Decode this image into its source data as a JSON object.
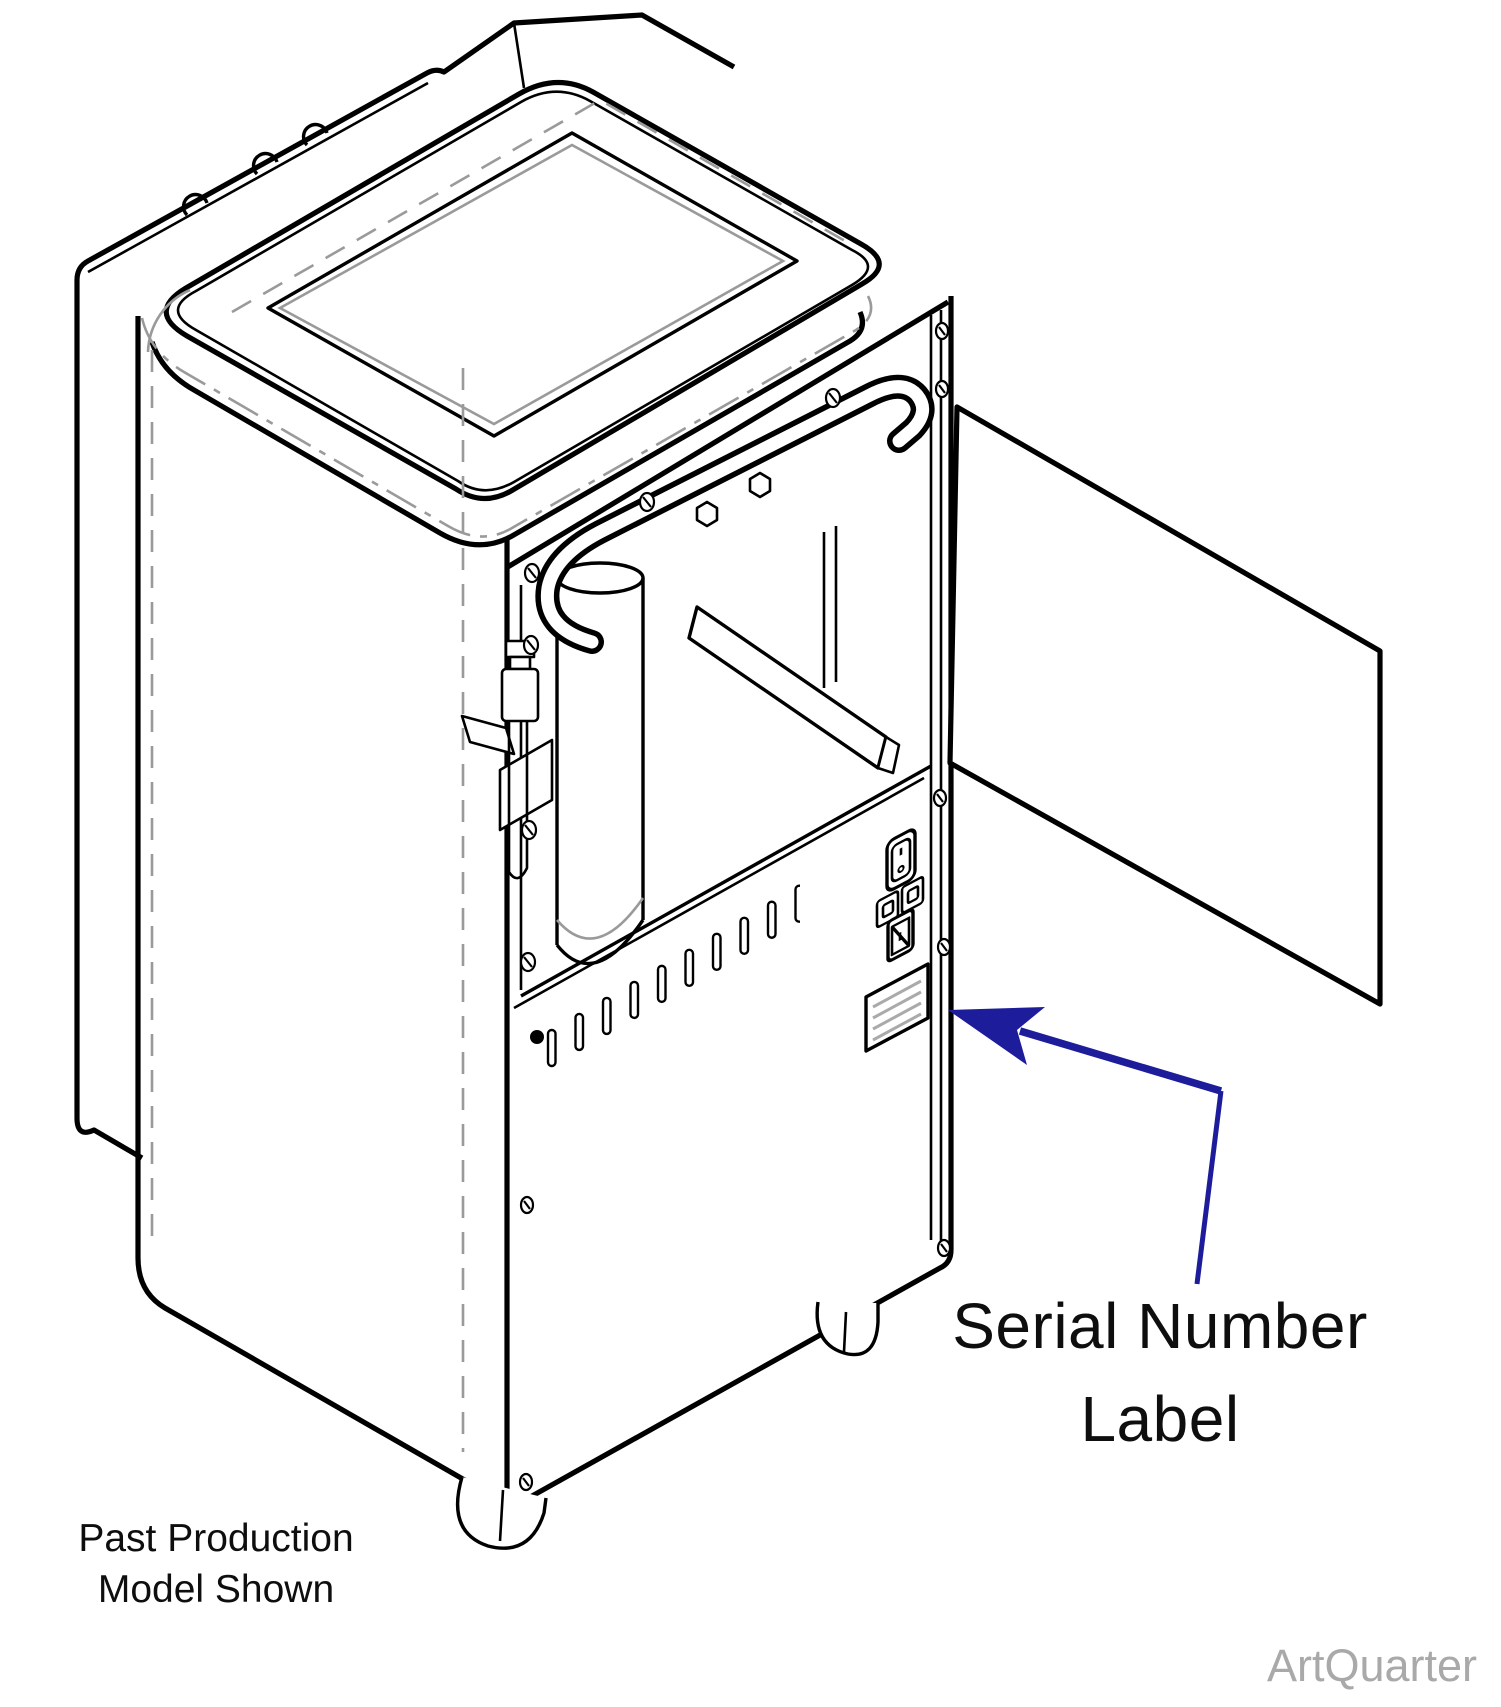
{
  "figure": {
    "callout": {
      "line1": "Serial Number",
      "line2": "Label"
    },
    "note": {
      "line1": "Past Production",
      "line2": "Model Shown"
    },
    "watermark": "ArtQuarter",
    "colors": {
      "outline": "#000000",
      "hidden_line": "#9a9a9a",
      "label_text_lines": "#aaaaaa",
      "arrow": "#1d1d9c",
      "text": "#0e0e0e",
      "watermark": "#a9a9a9",
      "background": "#ffffff"
    }
  }
}
